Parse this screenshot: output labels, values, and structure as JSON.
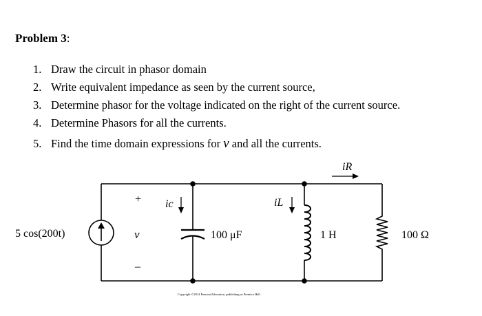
{
  "problem": {
    "title": "Problem 3",
    "colon": ":"
  },
  "tasks": [
    {
      "number": "1.",
      "text": "Draw the circuit in phasor domain"
    },
    {
      "number": "2.",
      "text": "Write equivalent impedance as seen by the current source,"
    },
    {
      "number": "3.",
      "text": "Determine phasor for the voltage indicated on the right of the current source."
    },
    {
      "number": "4.",
      "text": "Determine Phasors for all the currents."
    },
    {
      "number": "5.",
      "text_before": "Find the time domain expressions for ",
      "variable": "v",
      "text_after": " and all the currents."
    }
  ],
  "circuit": {
    "source_label": "5 cos(200t)",
    "voltage_plus": "+",
    "voltage_symbol": "v",
    "voltage_minus": "–",
    "capacitor_current": "ic",
    "capacitor_label": "100 μF",
    "inductor_current": "iL",
    "inductor_label": "1 H",
    "resistor_current": "iR",
    "resistor_label": "100 Ω",
    "copyright": "Copyright ©2014 Pearson Education, publishing as Prentice Hall"
  }
}
